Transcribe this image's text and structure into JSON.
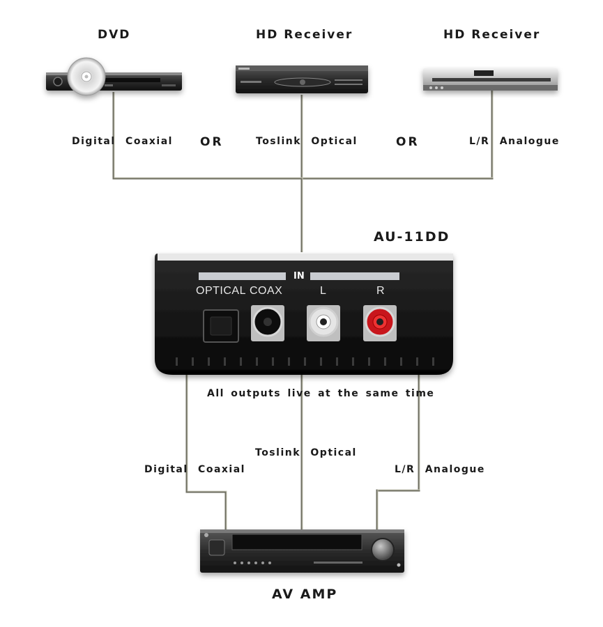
{
  "sources": {
    "dvd": "DVD",
    "hd_receiver_1": "HD Receiver",
    "hd_receiver_2": "HD Receiver"
  },
  "input_connections": {
    "coaxial": "Digital Coaxial",
    "optical": "Toslink Optical",
    "analogue": "L/R Analogue",
    "or_1": "OR",
    "or_2": "OR"
  },
  "device": {
    "name": "AU-11DD",
    "in_label": "IN",
    "ports": {
      "optical": "OPTICAL",
      "coax": "COAX",
      "left": "L",
      "right": "R"
    }
  },
  "output_note": "All outputs live at the same time",
  "output_connections": {
    "coaxial": "Digital Coaxial",
    "optical": "Toslink Optical",
    "analogue": "L/R Analogue"
  },
  "sink": "AV AMP",
  "colors": {
    "cable": "#7d7d6e",
    "device_body": "#1c1c1c",
    "port_red": "#c8161d"
  }
}
